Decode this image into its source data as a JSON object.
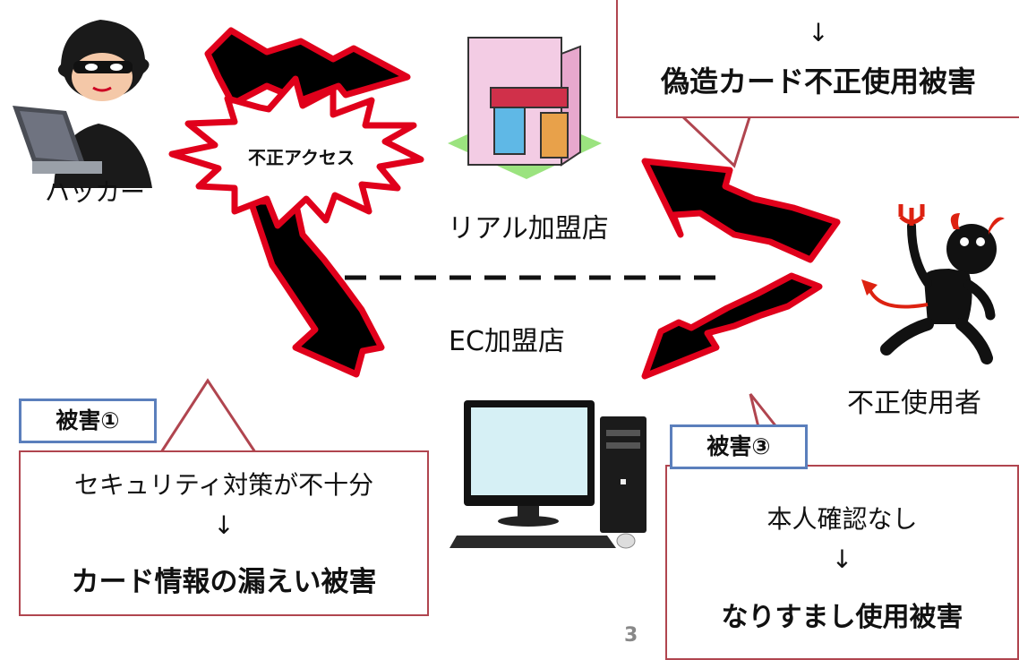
{
  "labels": {
    "hacker": "ハッカー",
    "burst": "不正アクセス",
    "real_store": "リアル加盟店",
    "ec_store": "EC加盟店",
    "fraudster": "不正使用者",
    "page_number": "3"
  },
  "damage_top": {
    "arrow": "↓",
    "result": "偽造カード不正使用被害"
  },
  "damage_1": {
    "tag": "被害①",
    "cause": "セキュリティ対策が不十分",
    "arrow": "↓",
    "result": "カード情報の漏えい被害"
  },
  "damage_3": {
    "tag": "被害③",
    "cause": "本人確認なし",
    "arrow": "↓",
    "result": "なりすまし使用被害"
  },
  "colors": {
    "box_border": "#b0454f",
    "tag_border": "#5b7fbc",
    "arrow_fill": "#000000",
    "arrow_outline": "#e0001b"
  },
  "icons": [
    "hacker-icon",
    "store-icon",
    "computer-icon",
    "devil-icon"
  ]
}
